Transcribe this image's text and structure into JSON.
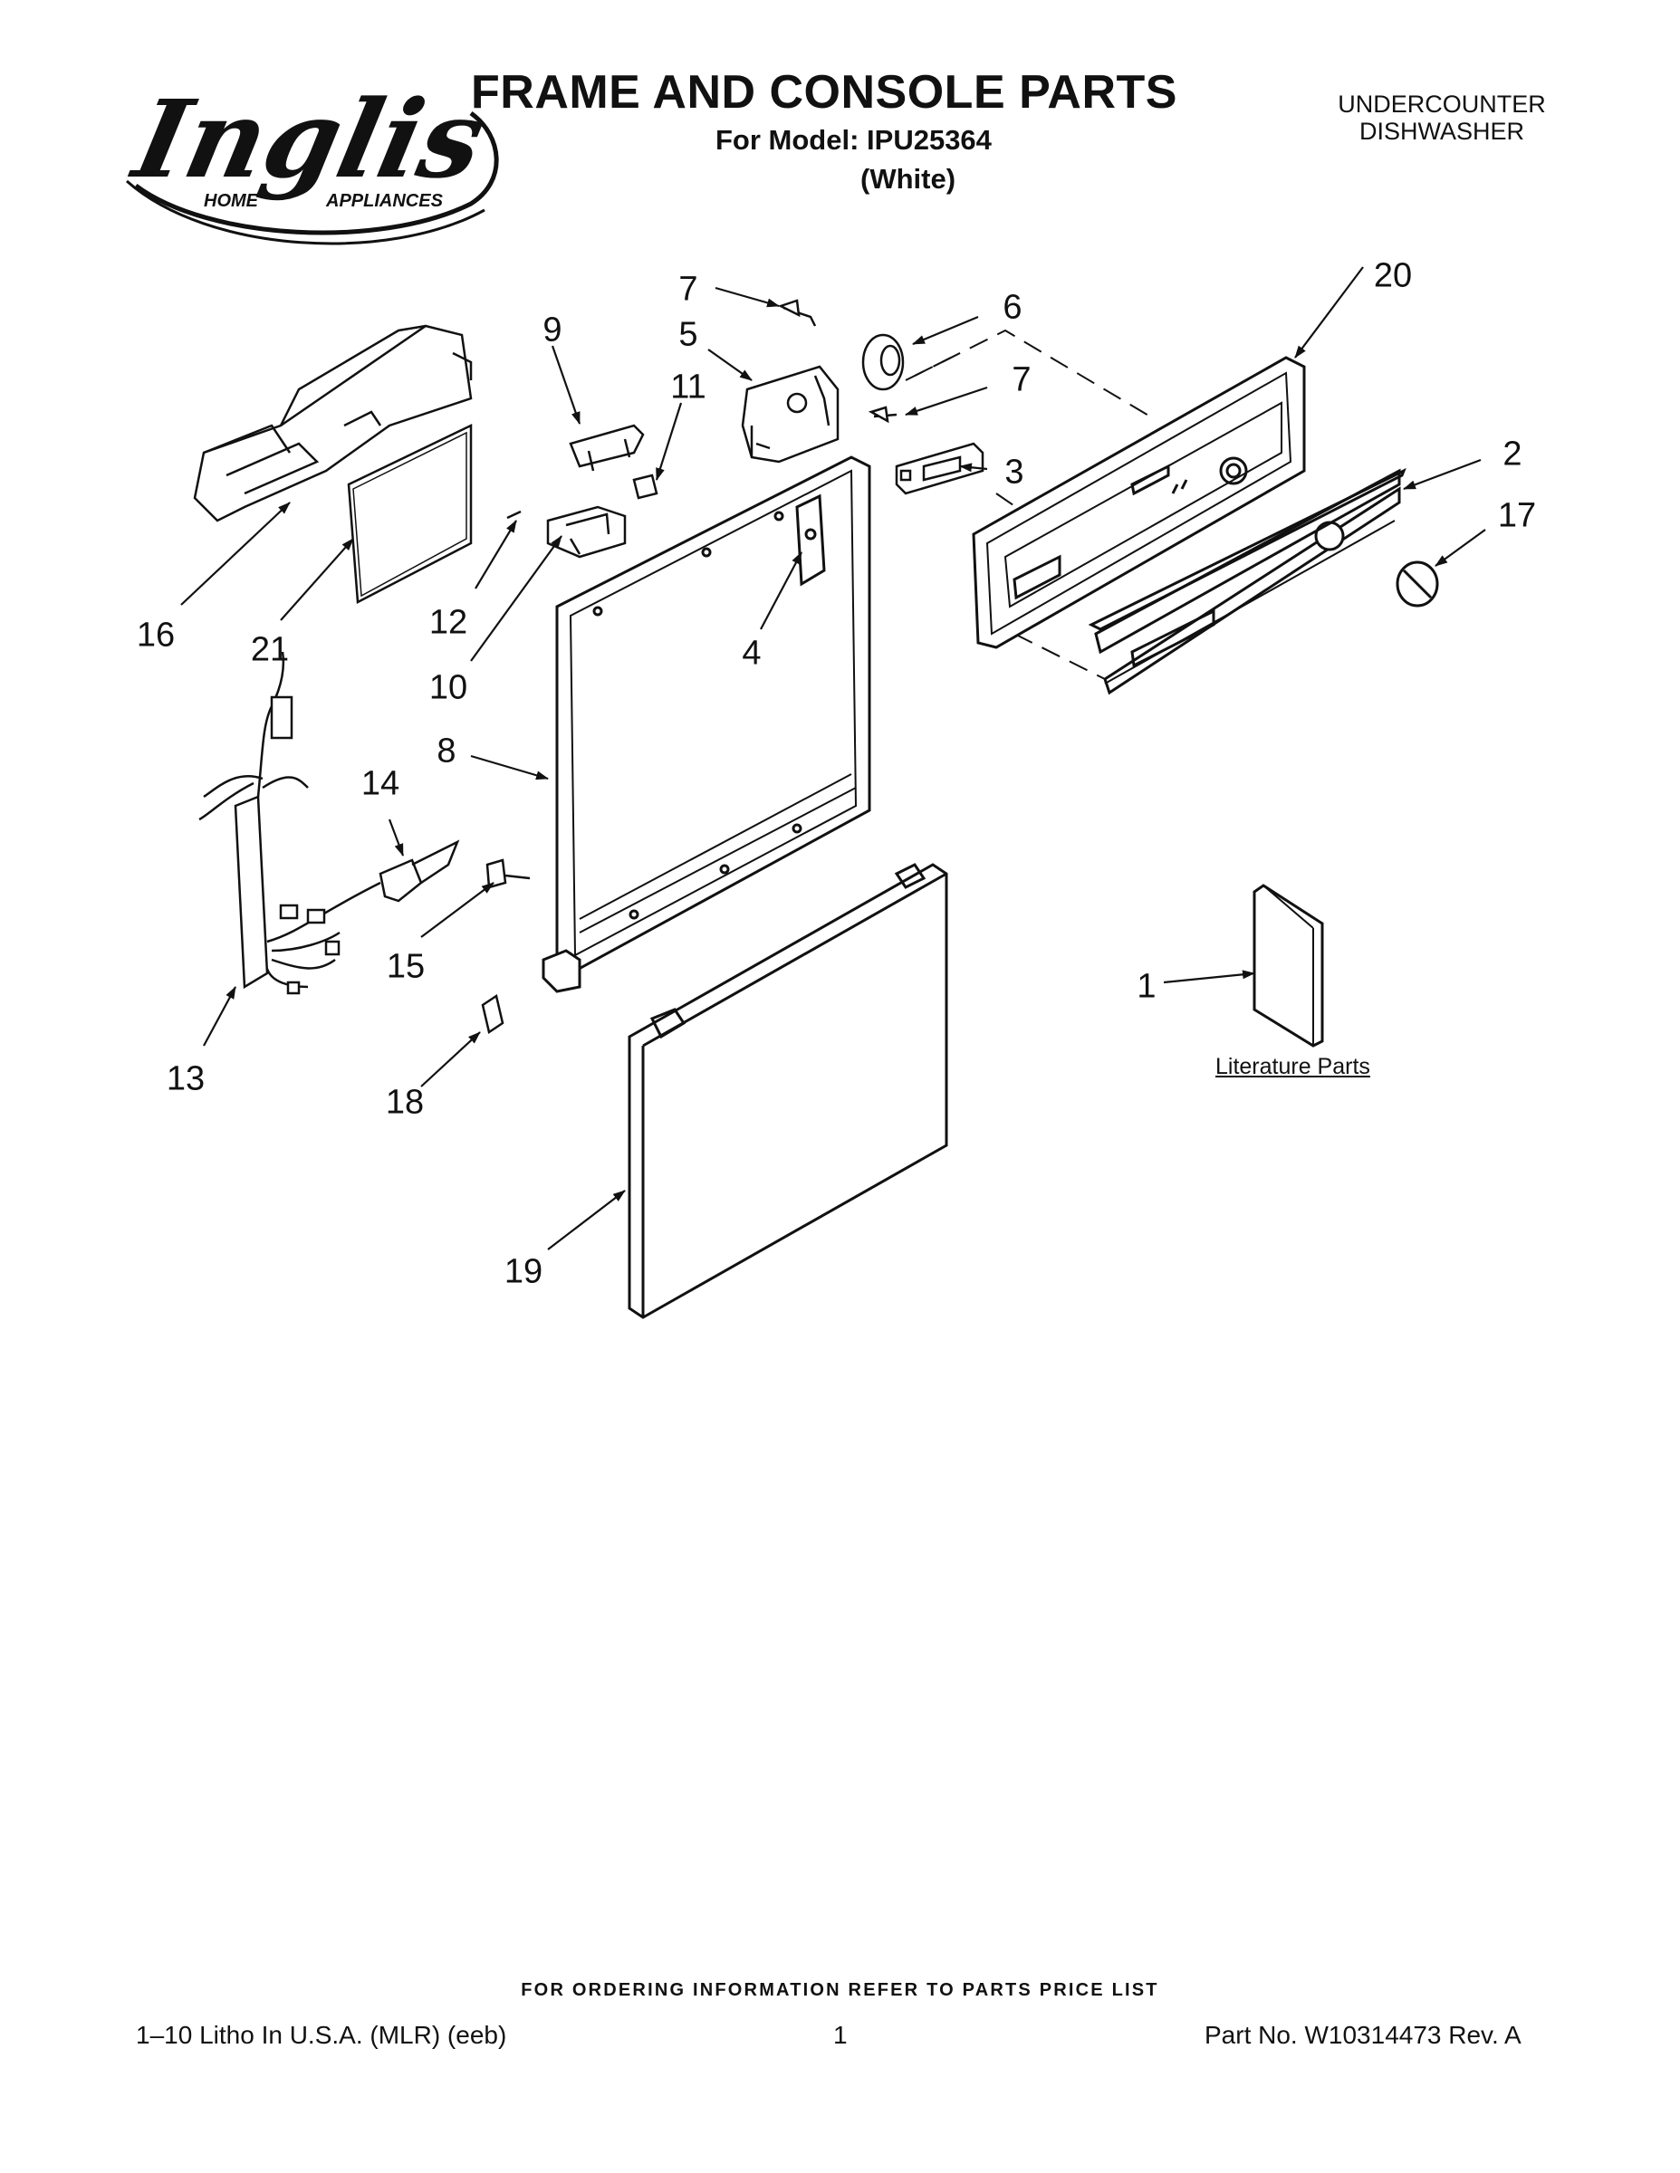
{
  "header": {
    "brand_logo_text": "Inglis",
    "brand_logo_subtext_left": "HOME",
    "brand_logo_subtext_right": "APPLIANCES",
    "title": "FRAME AND CONSOLE PARTS",
    "model_line": "For Model: IPU25364",
    "color_line": "(White)",
    "product_line1": "UNDERCOUNTER",
    "product_line2": "DISHWASHER"
  },
  "callouts": [
    {
      "id": "c7a",
      "text": "7"
    },
    {
      "id": "c6",
      "text": "6"
    },
    {
      "id": "c20",
      "text": "20"
    },
    {
      "id": "c9",
      "text": "9"
    },
    {
      "id": "c5",
      "text": "5"
    },
    {
      "id": "c11",
      "text": "11"
    },
    {
      "id": "c7b",
      "text": "7"
    },
    {
      "id": "c2",
      "text": "2"
    },
    {
      "id": "c3",
      "text": "3"
    },
    {
      "id": "c17",
      "text": "17"
    },
    {
      "id": "c16",
      "text": "16"
    },
    {
      "id": "c21",
      "text": "21"
    },
    {
      "id": "c12",
      "text": "12"
    },
    {
      "id": "c10",
      "text": "10"
    },
    {
      "id": "c4",
      "text": "4"
    },
    {
      "id": "c8",
      "text": "8"
    },
    {
      "id": "c14",
      "text": "14"
    },
    {
      "id": "c15",
      "text": "15"
    },
    {
      "id": "c13",
      "text": "13"
    },
    {
      "id": "c18",
      "text": "18"
    },
    {
      "id": "c1",
      "text": "1"
    },
    {
      "id": "c19",
      "text": "19"
    }
  ],
  "literature_label": "Literature Parts",
  "footer": {
    "ordering": "FOR ORDERING INFORMATION REFER TO PARTS PRICE LIST",
    "litho": "1–10 Litho In U.S.A. (MLR) (eeb)",
    "page": "1",
    "part_no": "Part No. W10314473 Rev. A"
  }
}
